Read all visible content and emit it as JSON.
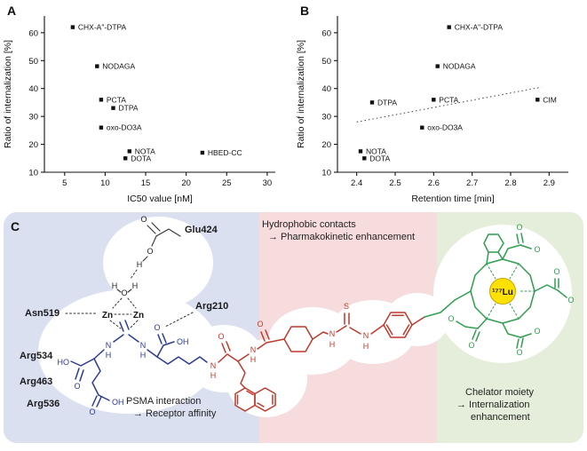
{
  "panels": {
    "a": "A",
    "b": "B",
    "c": "C"
  },
  "chart_data": [
    {
      "type": "scatter",
      "panel": "A",
      "xlabel": "IC50 value [nM]",
      "ylabel": "Ratio of internalization [%]",
      "xlim": [
        2.5,
        31
      ],
      "ylim": [
        10,
        66
      ],
      "xticks": [
        5,
        10,
        15,
        20,
        25,
        30
      ],
      "yticks": [
        10,
        20,
        30,
        40,
        50,
        60
      ],
      "marker": "square",
      "points": [
        {
          "label": "CHX-A\"-DTPA",
          "x": 6,
          "y": 62
        },
        {
          "label": "NODAGA",
          "x": 9,
          "y": 48
        },
        {
          "label": "PCTA",
          "x": 9.5,
          "y": 36
        },
        {
          "label": "DTPA",
          "x": 11,
          "y": 33
        },
        {
          "label": "oxo-DO3A",
          "x": 9.5,
          "y": 26
        },
        {
          "label": "NOTA",
          "x": 13,
          "y": 17.5
        },
        {
          "label": "DOTA",
          "x": 12.5,
          "y": 15
        },
        {
          "label": "HBED-CC",
          "x": 22,
          "y": 17
        }
      ]
    },
    {
      "type": "scatter",
      "panel": "B",
      "xlabel": "Retention time [min]",
      "ylabel": "Ratio of internalization [%]",
      "xlim": [
        2.35,
        2.95
      ],
      "ylim": [
        10,
        66
      ],
      "xticks": [
        2.4,
        2.5,
        2.6,
        2.7,
        2.8,
        2.9
      ],
      "yticks": [
        10,
        20,
        30,
        40,
        50,
        60
      ],
      "marker": "square",
      "points": [
        {
          "label": "CHX-A\"-DTPA",
          "x": 2.64,
          "y": 62
        },
        {
          "label": "NODAGA",
          "x": 2.61,
          "y": 48
        },
        {
          "label": "DTPA",
          "x": 2.44,
          "y": 35
        },
        {
          "label": "PCTA",
          "x": 2.6,
          "y": 36
        },
        {
          "label": "CIM",
          "x": 2.87,
          "y": 36
        },
        {
          "label": "oxo-DO3A",
          "x": 2.57,
          "y": 26
        },
        {
          "label": "NOTA",
          "x": 2.41,
          "y": 17.5
        },
        {
          "label": "DOTA",
          "x": 2.42,
          "y": 15
        }
      ],
      "trendline": {
        "x1": 2.4,
        "y1": 28,
        "x2": 2.88,
        "y2": 40.5,
        "style": "dotted"
      }
    }
  ],
  "panel_c": {
    "residues": {
      "glu424": "Glu424",
      "asn519": "Asn519",
      "arg210": "Arg210",
      "arg534": "Arg534",
      "arg463": "Arg463",
      "arg536": "Arg536"
    },
    "sym": {
      "O": "O",
      "N": "N",
      "H": "H",
      "S": "S",
      "OH": "OH",
      "HO": "HO",
      "Zn": "Zn"
    },
    "lu_label": "¹⁷⁷Lu",
    "captions": {
      "psma_1": "PSMA interaction",
      "psma_2": "→ Receptor affinity",
      "hydrophobic_1": "Hydrophobic contacts",
      "hydrophobic_2": "→ Pharmakokinetic enhancement",
      "chelator_1": "Chelator moiety",
      "chelator_2": "→ Internalization",
      "chelator_3": "enhancement"
    },
    "region_colors": {
      "psma": "#dbe0f1",
      "hydrophobic": "#f6dcdc",
      "chelator": "#e4eeda"
    },
    "accent_colors": {
      "psma_structure": "#2c3a96",
      "linker_structure": "#c0392b",
      "chelator_structure": "#2f9e4f",
      "lutetium": "#ffe100"
    }
  }
}
